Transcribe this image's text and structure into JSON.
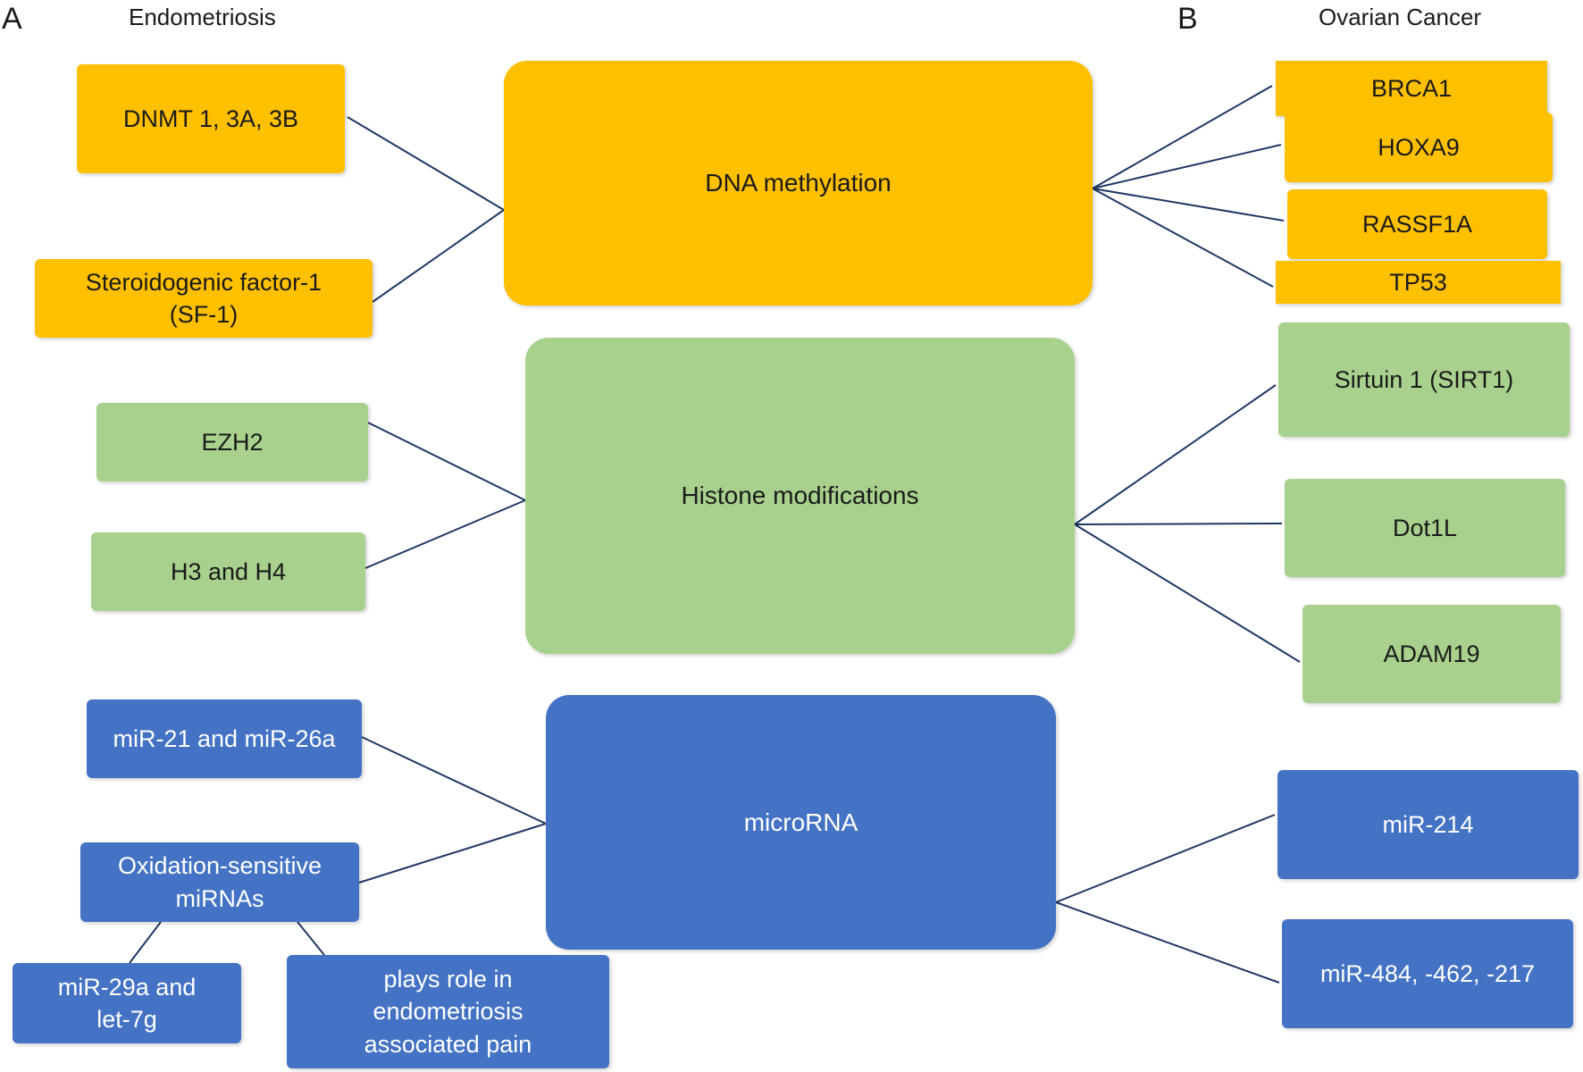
{
  "panels": {
    "a": {
      "letter": "A",
      "title": "Endometriosis"
    },
    "b": {
      "letter": "B",
      "title": "Ovarian Cancer"
    }
  },
  "central": {
    "dna": "DNA methylation",
    "histone": "Histone modifications",
    "mirna": "microRNA"
  },
  "left": {
    "dnmt": "DNMT 1, 3A, 3B",
    "sf1": "Steroidogenic factor-1\n(SF-1)",
    "ezh2": "EZH2",
    "h3h4": "H3 and H4",
    "mir21": "miR-21 and miR-26a",
    "oxidation": "Oxidation-sensitive\nmiRNAs",
    "mir29a": "miR-29a and\nlet-7g",
    "pain": "plays role in\nendometriosis\nassociated pain"
  },
  "right": {
    "brca1": "BRCA1",
    "hoxa9": "HOXA9",
    "rassf1a": "RASSF1A",
    "tp53": "TP53",
    "sirt1": "Sirtuin 1 (SIRT1)",
    "dot1l": "Dot1L",
    "adam19": "ADAM19",
    "mir214": "miR-214",
    "mir484": "miR-484, -462, -217"
  },
  "colors": {
    "orange": "#FFC000",
    "green": "#A9D18E",
    "blue": "#4472C4",
    "connector": "#1F3864"
  }
}
